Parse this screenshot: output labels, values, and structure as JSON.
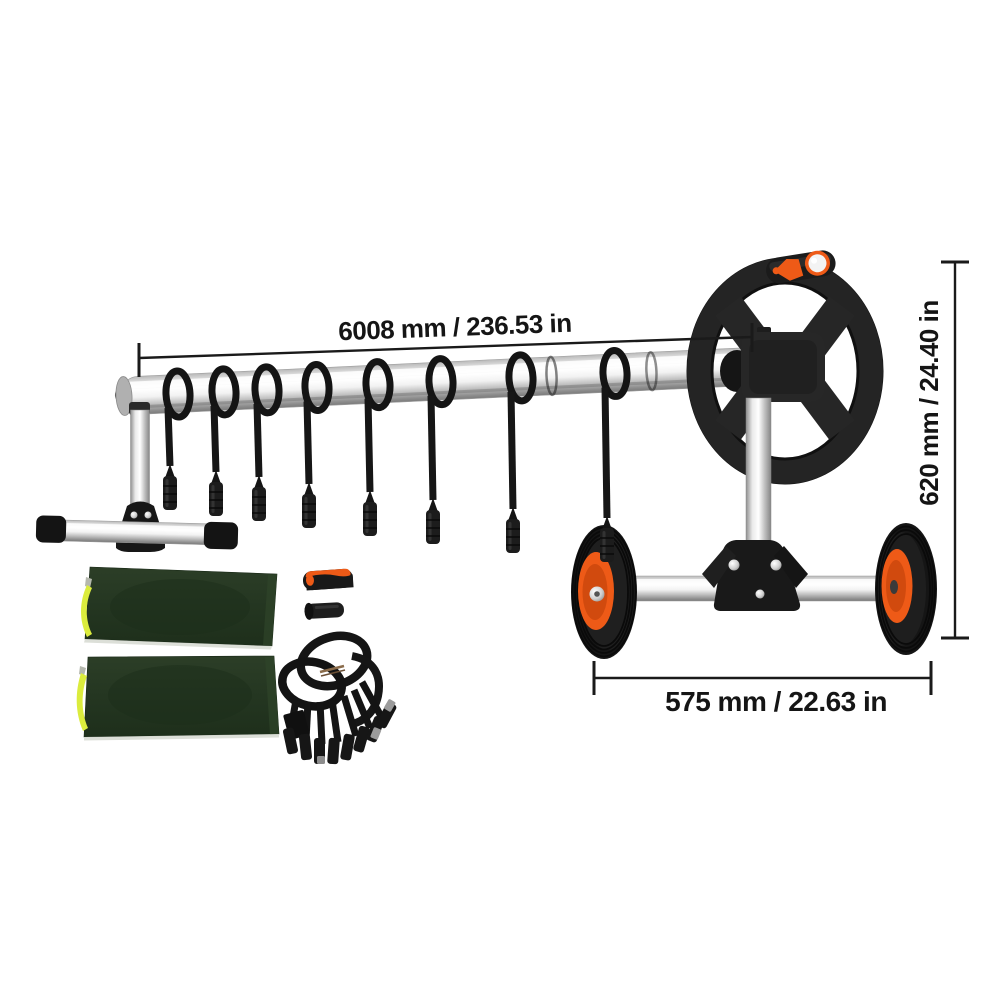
{
  "background": "#ffffff",
  "annotations": {
    "reel_length": {
      "label": "6008 mm / 236.53 in",
      "orientation": "horizontal-top"
    },
    "overall_height": {
      "label": "620 mm / 24.40 in",
      "orientation": "vertical-right"
    },
    "base_width": {
      "label": "575 mm / 22.63 in",
      "orientation": "horizontal-bottom"
    }
  },
  "product": {
    "straps": {
      "count": 8
    },
    "hand_wheel": {
      "spokes": 4
    },
    "road_wheels": {
      "count": 2
    },
    "accessories": {
      "cover_bags": 2,
      "crank_grip": 1,
      "rubber_grip": 1,
      "strap_clip_bundle": 1
    }
  },
  "colors": {
    "background": "#ffffff",
    "annotation_ink": "#151515",
    "frame_black": "#1c1c1c",
    "accent_orange": "#ee5a17",
    "hub_orange_shade": "#d14a0e",
    "aluminum_highlight": "#ffffff",
    "aluminum_shadow": "#8c8c8c",
    "cover_green": "#263722",
    "cover_green_shadow": "#1c2d19",
    "edge_yellow": "#dbec3d",
    "knob_white": "#f3f3f3"
  }
}
